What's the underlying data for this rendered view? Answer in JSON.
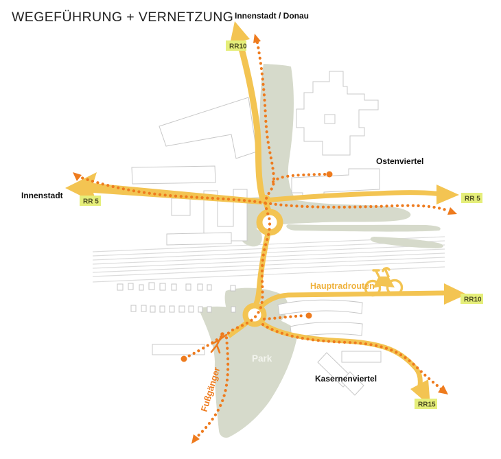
{
  "title": "WEGEFÜHRUNG + VERNETZUNG",
  "map": {
    "destinations": {
      "top": "Innenstadt / Donau",
      "left": "Innenstadt"
    },
    "districts": {
      "east": "Ostenviertel",
      "south": "Kasernenviertel"
    },
    "areas": {
      "park": "Park"
    },
    "routes": {
      "bike_main_label": "Hauptradrouten",
      "pedestrian_label": "Fußgänger",
      "badges": {
        "top": "RR10",
        "west": "RR 5",
        "east": "RR 5",
        "bike_east": "RR10",
        "southeast": "RR15"
      }
    },
    "icons": {
      "bicycle": "bicycle-icon",
      "pedestrian": "pedestrian-icon"
    },
    "colors": {
      "route_yellow": "#F3C452",
      "path_orange": "#EE7B1E",
      "badge_background": "#E5EE7A",
      "area_green": "#D6DACB"
    }
  }
}
